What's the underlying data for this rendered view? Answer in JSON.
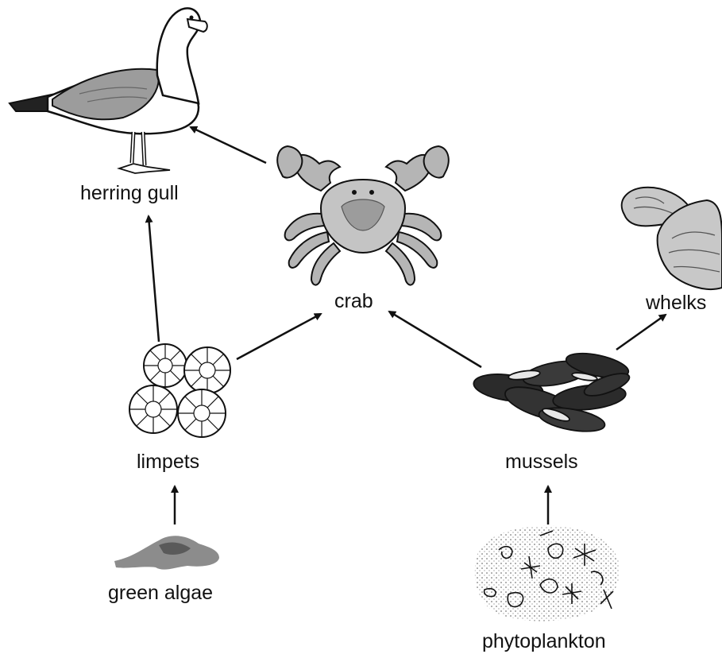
{
  "organisms": {
    "herring_gull": "herring gull",
    "crab": "crab",
    "whelks": "whelks",
    "limpets": "limpets",
    "mussels": "mussels",
    "green_algae": "green algae",
    "phytoplankton": "phytoplankton"
  },
  "feeding_links": [
    {
      "from": "green algae",
      "to": "limpets"
    },
    {
      "from": "limpets",
      "to": "herring gull"
    },
    {
      "from": "limpets",
      "to": "crab"
    },
    {
      "from": "crab",
      "to": "herring gull"
    },
    {
      "from": "phytoplankton",
      "to": "mussels"
    },
    {
      "from": "mussels",
      "to": "crab"
    },
    {
      "from": "mussels",
      "to": "whelks"
    }
  ],
  "colors": {
    "ink": "#111111",
    "shell_grey": "#b5b5b5",
    "dark_grey": "#7a7a7a",
    "mussel_black": "#2b2b2b",
    "algae_grey": "#8c8c8c"
  }
}
